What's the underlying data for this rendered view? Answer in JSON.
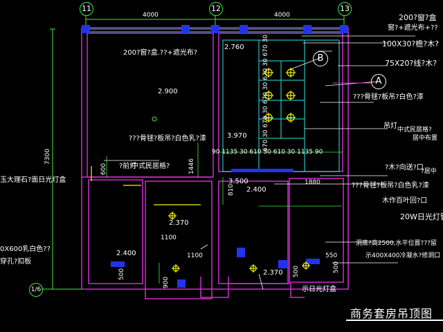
{
  "title": "商务套房吊顶图",
  "grid_labels": {
    "g11": "11",
    "g12": "12",
    "g13": "13",
    "gb": "1/6"
  },
  "dims": {
    "top_left": "4000",
    "top_right": "4000",
    "left_total": "7300",
    "left_600": "600",
    "d1446": "1446",
    "d810": "810",
    "d1880": "1880",
    "d1100a": "1100",
    "d1100b": "1100",
    "d900": "900",
    "d500a": "500",
    "d500b": "500",
    "d550": "550",
    "d500c": "500"
  },
  "heights": {
    "h2900": "2.900",
    "h3970": "3.970",
    "h3500": "3.500",
    "h2400a": "2.400",
    "h2370a": "2.370",
    "h2400b": "2.400",
    "h2370b": "2.370",
    "h2760": "2.760"
  },
  "grid_dims": "90 1135 30 610 30 610 30 1135 90",
  "vert_dims": "670 30 670 30 670 30 670 30 670 30",
  "notes_left": {
    "n1": "200?窗?盒.??+遮光布?",
    "n2": "???骨毬?板吊?白色乳?漆",
    "n3": "?前灯",
    "n4": "中式民居格?",
    "n5": "玉大理石?面日光灯盒",
    "n6": "0X600乳白色??",
    "n7": "穿孔?扣板"
  },
  "notes_right": {
    "r1": "200?窗?盒",
    "r2": "窗?+遮光布+??",
    "r3": "100X30?檐?木?",
    "r4": "75X20?线?木?",
    "r5": "???骨毬?板吊?白色?漆",
    "r6": "吊灯",
    "r7": "中式民居格?",
    "r8": "居中布置",
    "r9": "?木?向送?口",
    "r10": "?居中",
    "r11": "???骨毬?板吊?白色乳?漆",
    "r12": "木作百叶回?口",
    "r13": "20W日光灯管",
    "r14": "洞底?高2500,水平位置???留",
    "r15": "示400X400冷凝水?修洞口",
    "r16": "示日光灯盒"
  },
  "tags": {
    "a": "A",
    "b": "B"
  }
}
